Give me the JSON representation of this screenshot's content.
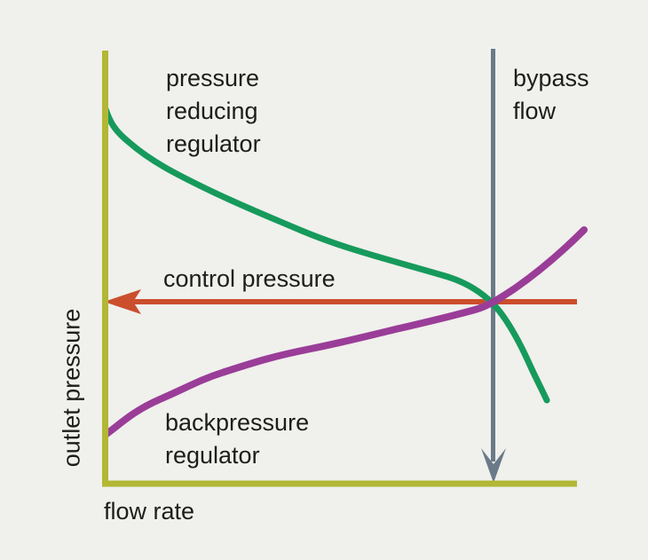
{
  "figure": {
    "background_color": "#f0f0ec",
    "text_color": "#1d1d1b"
  },
  "colors": {
    "axis": "#b2b734",
    "green": "#169a5c",
    "purple": "#9a3d98",
    "red": "#cb4e2d",
    "gray": "#6a7a89"
  },
  "labels": {
    "pressure_reducing_regulator": {
      "lines": [
        "pressure",
        "reducing",
        "regulator"
      ]
    },
    "bypass_flow": {
      "lines": [
        "bypass",
        "flow"
      ]
    },
    "control_pressure": "control pressure",
    "backpressure_regulator": {
      "lines": [
        "backpressure",
        "regulator"
      ]
    },
    "y_axis": "outlet pressure",
    "x_axis": "flow rate"
  },
  "chart_data": {
    "type": "line",
    "title": "",
    "xlabel": "flow rate",
    "ylabel": "outlet pressure",
    "xlim": [
      0,
      100
    ],
    "ylim": [
      0,
      100
    ],
    "grid": false,
    "axes_quantitative": false,
    "legend_position": "inline-annotations",
    "series": [
      {
        "name": "pressure reducing regulator",
        "color": "#169a5c",
        "style": "curve",
        "points": [
          [
            0,
            86
          ],
          [
            3,
            82
          ],
          [
            9,
            75
          ],
          [
            22,
            68
          ],
          [
            34,
            62
          ],
          [
            46,
            56
          ],
          [
            61,
            52
          ],
          [
            71,
            48
          ],
          [
            78,
            46
          ],
          [
            82,
            42
          ],
          [
            87,
            35
          ],
          [
            90,
            28
          ],
          [
            94,
            20
          ]
        ]
      },
      {
        "name": "backpressure regulator",
        "color": "#9a3d98",
        "style": "curve",
        "points": [
          [
            0,
            12
          ],
          [
            12,
            19
          ],
          [
            25,
            26
          ],
          [
            44,
            31
          ],
          [
            62,
            36
          ],
          [
            77,
            40
          ],
          [
            83,
            42
          ],
          [
            91,
            48
          ],
          [
            97,
            54
          ],
          [
            100,
            58
          ]
        ]
      },
      {
        "name": "control pressure",
        "color": "#cb4e2d",
        "style": "horizontal-line-arrow-left",
        "y": 42,
        "x": [
          0,
          100
        ]
      },
      {
        "name": "bypass flow",
        "color": "#6a7a89",
        "style": "vertical-line-arrow-down",
        "x": 82,
        "y": [
          100,
          0
        ]
      }
    ],
    "annotations": [
      {
        "text": "pressure reducing regulator",
        "refers_to": "green curve",
        "position": "top-left"
      },
      {
        "text": "bypass flow",
        "refers_to": "gray vertical arrow",
        "position": "top-right"
      },
      {
        "text": "control pressure",
        "refers_to": "red horizontal arrow",
        "position": "above red line, left"
      },
      {
        "text": "backpressure regulator",
        "refers_to": "purple curve",
        "position": "bottom-left"
      }
    ]
  }
}
